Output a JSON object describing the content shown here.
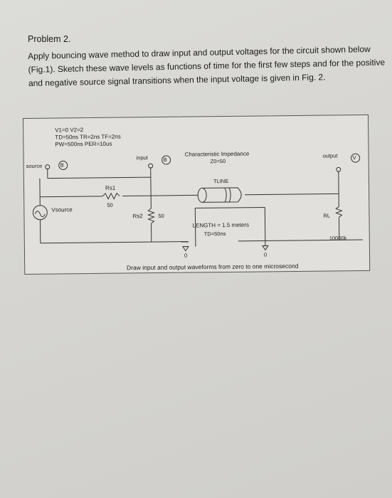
{
  "problem": {
    "title": "Problem 2.",
    "lines": [
      "Apply bouncing wave method to draw input and output voltages for the circuit shown below",
      "(Fig.1). Sketch these wave levels as functions of time for the first few steps and for the positive",
      "and negative source signal transitions when the input voltage is given in Fig. 2."
    ]
  },
  "circuit": {
    "source_params": [
      "V1=0  V2=2",
      "TD=50ns  TR=2ns TF=2ns",
      "PW=500ns  PER=10us"
    ],
    "source_label": "source",
    "vsource_label": "Vsource",
    "rs1_label": "Rs1",
    "rs1_value": "50",
    "rs2_label": "Rs2",
    "rs2_value": "50",
    "input_label": "input",
    "char_impedance_label": "Characteristic Impedance",
    "z0_label": "Z0=50",
    "tline_label": "TLINE",
    "length_label": "LENGTH = 1.5 meters",
    "td_label": "TD=50ns",
    "output_label": "output",
    "rl_label": "RL",
    "rl_value": "10000k",
    "ground_left": "0",
    "ground_right": "0",
    "probe_b": "B",
    "probe_v": "V",
    "instruction": "Draw input and output waveforms from zero to one microsecond"
  }
}
